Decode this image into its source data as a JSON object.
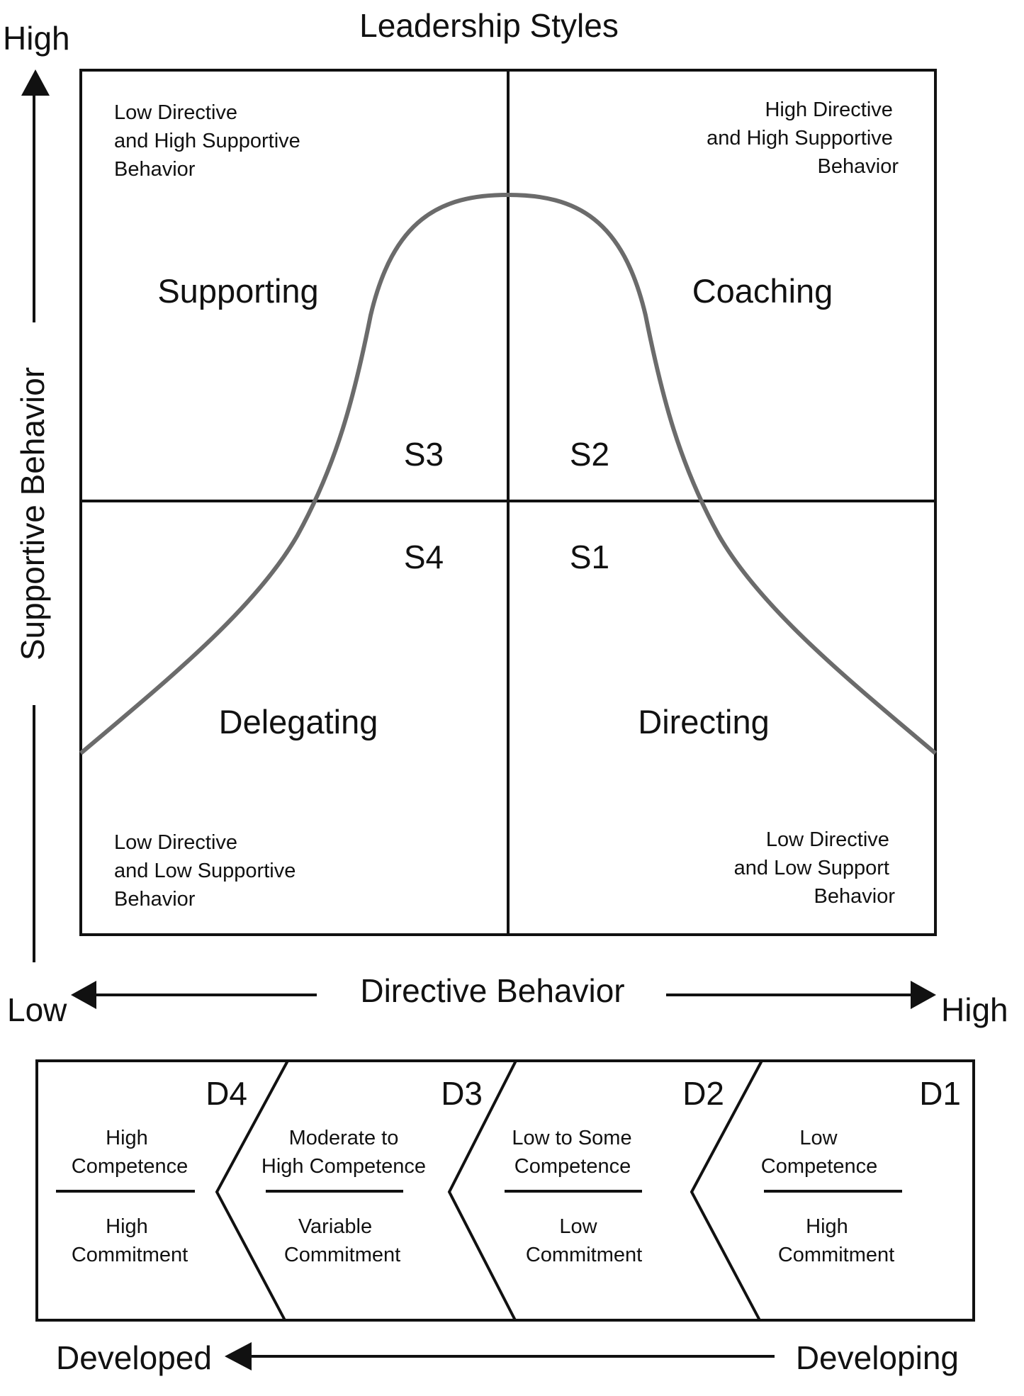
{
  "title": "Leadership Styles",
  "y_axis": {
    "label": "Supportive Behavior",
    "high": "High"
  },
  "x_axis": {
    "label": "Directive Behavior",
    "low": "Low",
    "high": "High"
  },
  "quadrants": {
    "top_left": {
      "style": "Supporting",
      "code": "S3",
      "description": [
        "Low Directive",
        "and High Supportive",
        "Behavior"
      ]
    },
    "top_right": {
      "style": "Coaching",
      "code": "S2",
      "description": [
        "High Directive",
        "and High Supportive",
        "Behavior"
      ]
    },
    "bottom_left": {
      "style": "Delegating",
      "code": "S4",
      "description": [
        "Low Directive",
        "and Low Supportive",
        "Behavior"
      ]
    },
    "bottom_right": {
      "style": "Directing",
      "code": "S1",
      "description": [
        "Low Directive",
        "and Low Support",
        "Behavior"
      ]
    }
  },
  "development_levels": [
    {
      "code": "D4",
      "competence": [
        "High",
        "Competence"
      ],
      "commitment": [
        "High",
        "Commitment"
      ]
    },
    {
      "code": "D3",
      "competence": [
        "Moderate to",
        "High Competence"
      ],
      "commitment": [
        "Variable",
        "Commitment"
      ]
    },
    {
      "code": "D2",
      "competence": [
        "Low to Some",
        "Competence"
      ],
      "commitment": [
        "Low",
        "Commitment"
      ]
    },
    {
      "code": "D1",
      "competence": [
        "Low",
        "Competence"
      ],
      "commitment": [
        "High",
        "Commitment"
      ]
    }
  ],
  "development_axis": {
    "left": "Developed",
    "right": "Developing"
  },
  "colors": {
    "ink": "#111111",
    "curve": "#6b6b6b"
  }
}
